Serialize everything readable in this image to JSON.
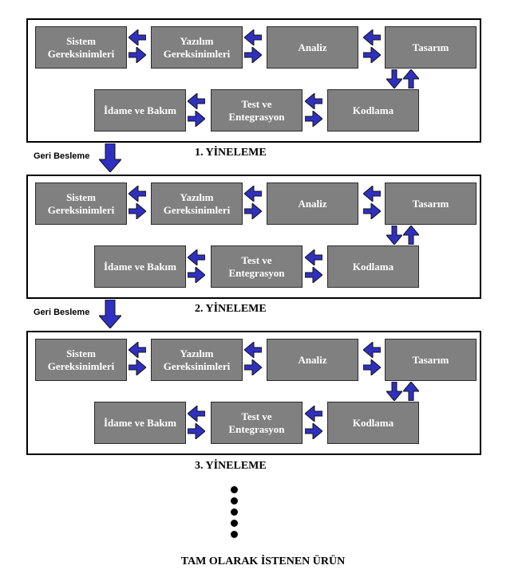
{
  "iteration_blocks": [
    {
      "label": "1. YİNELEME",
      "boxes": {
        "sistem": "Sistem\nGereksinimleri",
        "yazilim": "Yazılım\nGereksinimleri",
        "analiz": "Analiz",
        "tasarim": "Tasarım",
        "kodlama": "Kodlama",
        "test": "Test ve\nEntegrasyon",
        "idame": "İdame ve Bakım"
      }
    },
    {
      "label": "2. YİNELEME",
      "boxes": {
        "sistem": "Sistem\nGereksinimleri",
        "yazilim": "Yazılım\nGereksinimleri",
        "analiz": "Analiz",
        "tasarim": "Tasarım",
        "kodlama": "Kodlama",
        "test": "Test ve\nEntegrasyon",
        "idame": "İdame ve Bakım"
      }
    },
    {
      "label": "3. YİNELEME",
      "boxes": {
        "sistem": "Sistem\nGereksinimleri",
        "yazilim": "Yazılım\nGereksinimleri",
        "analiz": "Analiz",
        "tasarim": "Tasarım",
        "kodlama": "Kodlama",
        "test": "Test ve\nEntegrasyon",
        "idame": "İdame ve Bakım"
      }
    }
  ],
  "feedback_label": "Geri Besleme",
  "final_product": "TAM OLARAK İSTENEN ÜRÜN",
  "colors": {
    "box_fill": "#808080",
    "arrow_fill": "#3030c0",
    "frame": "#000000"
  }
}
